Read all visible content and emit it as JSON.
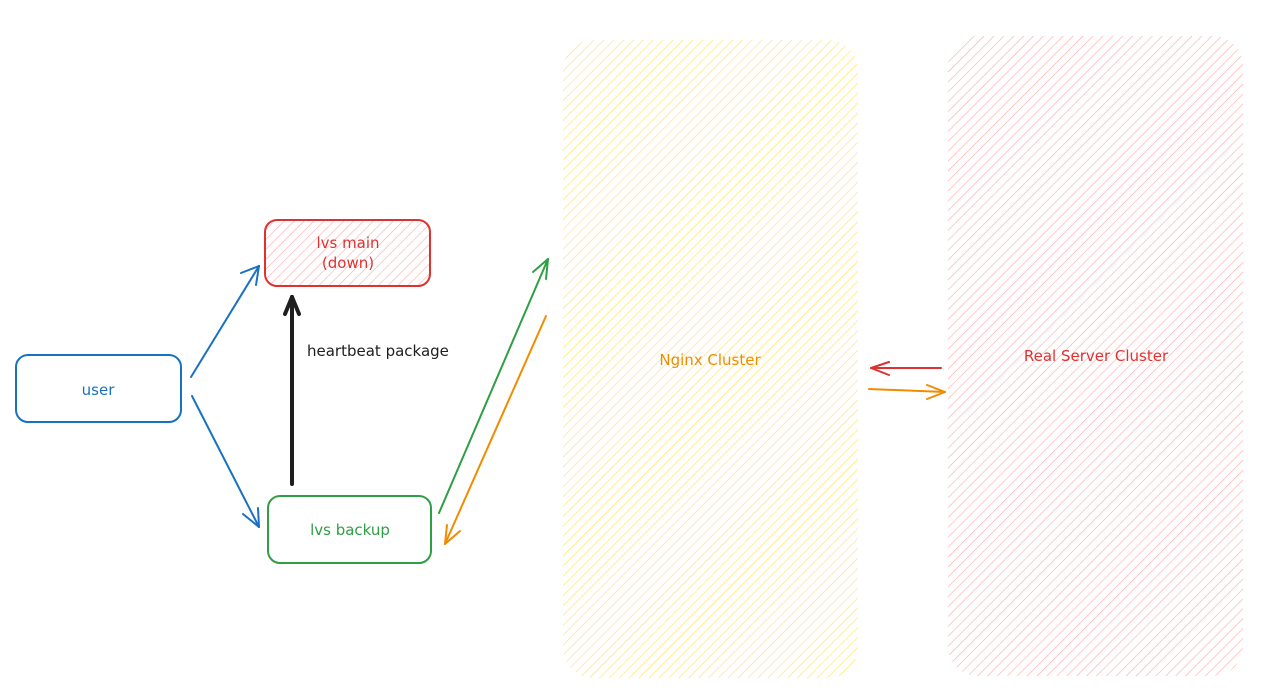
{
  "nodes": {
    "user": {
      "label": "user",
      "color": "#1971c2"
    },
    "lvs_main": {
      "label_line1": "lvs main",
      "label_line2": "(down)",
      "color": "#e03131",
      "fill": "#ffc9c9"
    },
    "lvs_backup": {
      "label": "lvs backup",
      "color": "#2f9e44"
    },
    "nginx_cluster": {
      "label": "Nginx Cluster",
      "color": "#f08c00",
      "fill": "#ffec99"
    },
    "real_server_cluster": {
      "label": "Real Server Cluster",
      "color": "#e03131",
      "fill": "#ffc9c9"
    }
  },
  "edges": {
    "heartbeat": {
      "label": "heartbeat package",
      "color": "#1e1e1e"
    }
  },
  "colors": {
    "blue": "#1971c2",
    "green": "#2f9e44",
    "orange": "#f08c00",
    "red": "#e03131",
    "black": "#1e1e1e"
  }
}
